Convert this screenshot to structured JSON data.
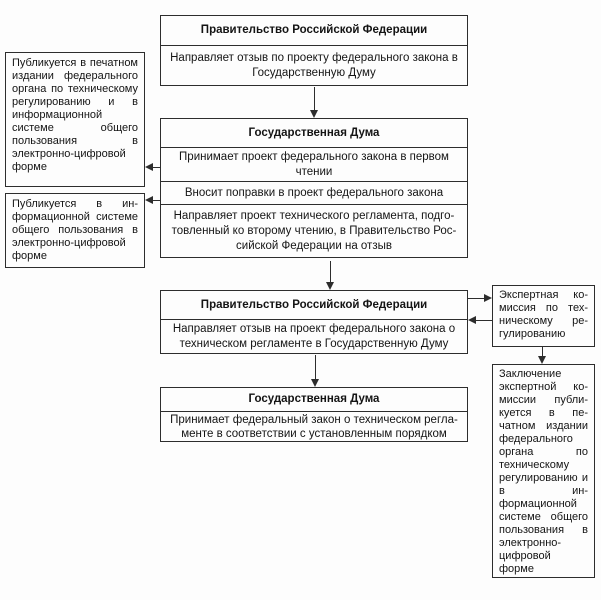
{
  "colors": {
    "paper": "#fdfdfd",
    "border": "#2d2d2d",
    "ink": "#141414"
  },
  "diagram": {
    "boxes": {
      "gov1": {
        "title": "Правительство Российской Федерации",
        "body": "Направляет отзыв по проекту федерального закона в Государственную Думу"
      },
      "duma1": {
        "title": "Государственная Дума",
        "rows": [
          "Принимает проект федерального закона в первом чтении",
          "Вносит поправки в проект федерального закона",
          "Направляет проект технического регламента, подго­товленный ко второму чтению, в Правительство Рос­сийской Федерации на отзыв"
        ]
      },
      "gov2": {
        "title": "Правительство Российской Федерации",
        "body": "Направляет отзыв на проект федерального закона о техническом регламенте в Государственную Думу"
      },
      "duma2": {
        "title": "Государственная Дума",
        "body": "Принимает федеральный закон о техническом регла­менте в соответствии с установленным порядком"
      },
      "publish_print": {
        "text": "Публикуется в печат­ном издании феде­рального органа по техническому регули­рованию и в инфор­мационной системе общего пользования в электронно-цифровой форме"
      },
      "publish_info": {
        "text": "Публикуется в ин­формационной систе­ме общего пользова­ния в электронно-цифровой форме"
      },
      "expert": {
        "text": "Экспертная ко­миссия по тех­ническому ре­гулированию"
      },
      "conclusion": {
        "text": "Заключение экспертной ко­миссии публи­куется в пе­чатном изда­нии федераль­ного органа по техническому регулирова­нию и в ин­формационной системе обще­го пользова­ния в элек­тронно-цифро­вой форме"
      }
    }
  }
}
